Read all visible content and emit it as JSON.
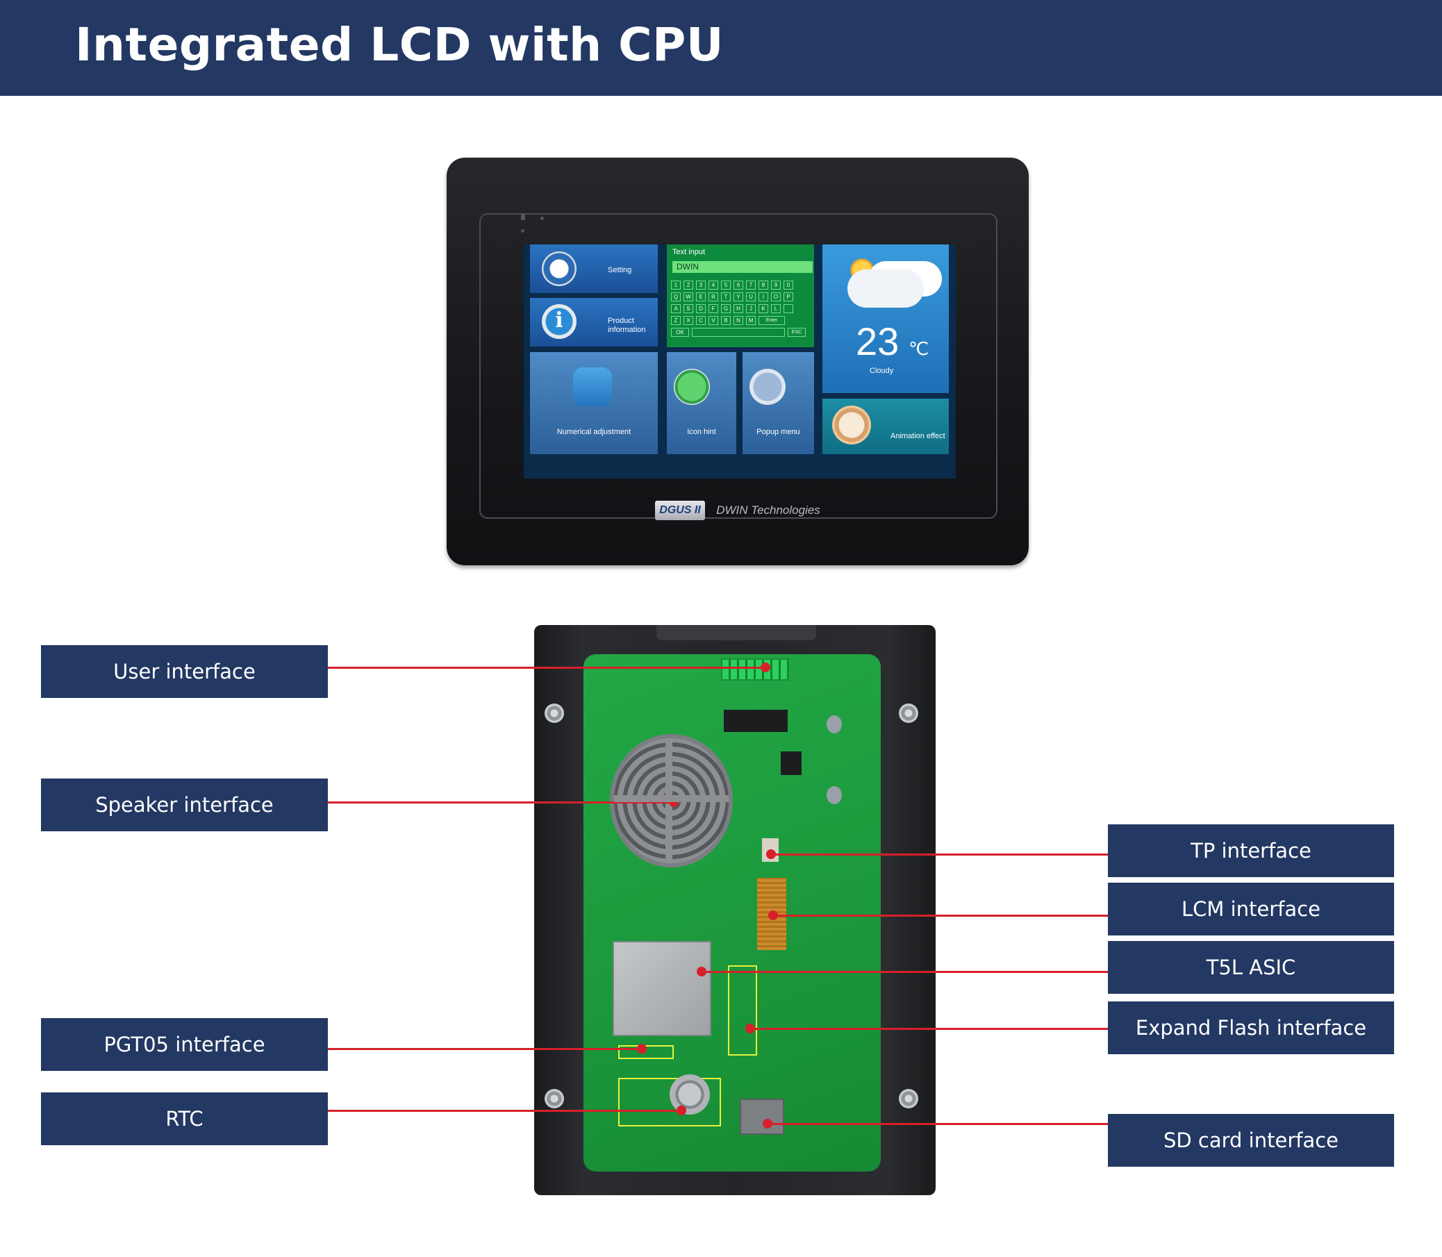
{
  "header": {
    "title": "Integrated LCD with CPU"
  },
  "front_device": {
    "brand_logo": "DGUS II",
    "brand_name": "DWIN Technologies",
    "screen": {
      "setting": "Setting",
      "product_information": "Product information",
      "text_input_title": "Text input",
      "text_input_value": "DWIN",
      "keyboard_rows": [
        [
          "1",
          "2",
          "3",
          "4",
          "5",
          "6",
          "7",
          "8",
          "9",
          "0"
        ],
        [
          "Q",
          "W",
          "E",
          "R",
          "T",
          "Y",
          "U",
          "I",
          "O",
          "P"
        ],
        [
          "A",
          "S",
          "D",
          "F",
          "G",
          "H",
          "J",
          "K",
          "L"
        ],
        [
          "Z",
          "X",
          "C",
          "V",
          "B",
          "N",
          "M",
          "Enter"
        ],
        [
          "OK",
          "ESC"
        ]
      ],
      "temperature": "23",
      "temperature_unit": "℃",
      "weather": "Cloudy",
      "numerical_adjustment": "Numerical adjustment",
      "icon_hint": "Icon hint",
      "popup_menu": "Popup menu",
      "animation_effect": "Animation effect"
    }
  },
  "callouts": {
    "user_interface": "User interface",
    "speaker_interface": "Speaker interface",
    "pgt05_interface": "PGT05 interface",
    "rtc": "RTC",
    "tp_interface": "TP interface",
    "lcm_interface": "LCM interface",
    "t5l_asic": "T5L ASIC",
    "expand_flash_interface": "Expand Flash interface",
    "sd_card_interface": "SD card interface"
  },
  "colors": {
    "header_bg": "#233862",
    "callout_bg": "#233862",
    "leader_line": "#d7202a",
    "pcb_green": "#1c9a3d"
  }
}
